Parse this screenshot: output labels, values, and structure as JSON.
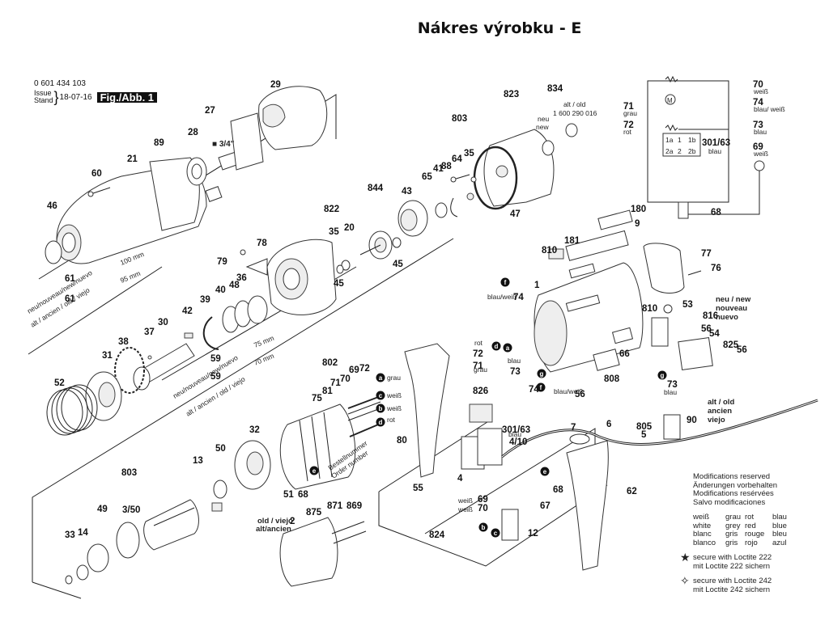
{
  "page_title": "Nákres výrobku - E",
  "header": {
    "part_number": "0 601 434 103",
    "issue_label": "Issue",
    "stand_label": "Stand",
    "issue_date": "18-07-16",
    "figure_label": "Fig./Abb. 1"
  },
  "annotations": {
    "drive_size": "■ 3/4\"",
    "len_100": "100 mm",
    "len_95": "95 mm",
    "len_75": "75 mm",
    "len_70": "70 mm",
    "new_multi": "neu/nouveau/new/nuevo",
    "old_multi": "alt / ancien / old / viejo",
    "neu_new_short": "neu",
    "new_short": "new",
    "alt_old_834": "alt / old",
    "part_834_old": "1 600 290 016",
    "neu_new": "neu / new",
    "nouveau": "nouveau",
    "nuevo": "nuevo",
    "alt_old": "alt / old",
    "ancien": "ancien",
    "viejo": "viejo",
    "old_viejo": "old / viejo",
    "alt_ancien": "alt/ancien",
    "order_number_de": "Bestellnummer",
    "order_number_en": "Order number"
  },
  "part_labels": [
    "29",
    "27",
    "28",
    "89",
    "21",
    "60",
    "46",
    "61",
    "61",
    "822",
    "35",
    "20",
    "844",
    "43",
    "65",
    "41",
    "64",
    "88",
    "834",
    "823",
    "803",
    "35",
    "47",
    "78",
    "79",
    "45",
    "45",
    "42",
    "39",
    "40",
    "48",
    "36",
    "37",
    "30",
    "38",
    "31",
    "52",
    "59",
    "59",
    "802",
    "75",
    "81",
    "71",
    "70",
    "69",
    "72",
    "80",
    "32",
    "50",
    "13",
    "51",
    "68",
    "803",
    "49",
    "3/50",
    "33",
    "14",
    "875",
    "871",
    "869",
    "2",
    "55",
    "180",
    "9",
    "181",
    "810",
    "1",
    "74",
    "77",
    "76",
    "53",
    "816",
    "810",
    "56",
    "54",
    "825",
    "56",
    "66",
    "808",
    "73",
    "826",
    "72",
    "71",
    "73",
    "74",
    "301/63",
    "4/10",
    "56",
    "7",
    "6",
    "805",
    "5",
    "90",
    "4",
    "69",
    "70",
    "68",
    "67",
    "12",
    "62",
    "824"
  ],
  "wire_markers": {
    "a": "a",
    "b": "b",
    "c": "c",
    "d": "d",
    "e": "e",
    "f": "f",
    "g": "g"
  },
  "wire_colors": {
    "grau": "grau",
    "weiss": "weiß",
    "rot": "rot",
    "blau": "blau",
    "blau_weiss": "blau/weiß"
  },
  "schematic": {
    "labels": [
      "70",
      "74",
      "73",
      "69",
      "71",
      "72",
      "68",
      "301/63"
    ],
    "sub_70": "weiß",
    "sub_74": "blau/ weiß",
    "sub_73": "blau",
    "sub_69": "weiß",
    "sub_71": "grau",
    "sub_72": "rot",
    "sub_301": "blau",
    "switch_terminals": [
      "1a",
      "1",
      "1b",
      "2a",
      "2",
      "2b"
    ],
    "motor": "M"
  },
  "legend": {
    "modifications": [
      "Modifications reserved",
      "Änderungen vorbehalten",
      "Modifications resérvées",
      "Salvo modificaciones"
    ],
    "color_table": [
      [
        "weiß",
        "grau",
        "rot",
        "blau"
      ],
      [
        "white",
        "grey",
        "red",
        "blue"
      ],
      [
        "blanc",
        "gris",
        "rouge",
        "bleu"
      ],
      [
        "blanco",
        "gris",
        "rojo",
        "azul"
      ]
    ],
    "loctite_222": [
      "secure with Loctite 222",
      "mit Loctite 222 sichern"
    ],
    "loctite_242": [
      "secure with Loctite 242",
      "mit Loctite 242 sichern"
    ]
  }
}
